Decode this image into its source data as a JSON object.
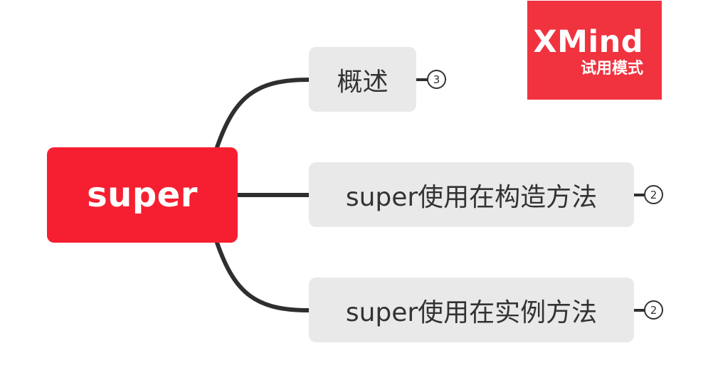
{
  "root": {
    "label": "super"
  },
  "topics": [
    {
      "label": "概述",
      "count": "3"
    },
    {
      "label": "super使用在构造方法",
      "count": "2"
    },
    {
      "label": "super使用在实例方法",
      "count": "2"
    }
  ],
  "watermark": {
    "brand": "XMind",
    "mode": "试用模式"
  },
  "colors": {
    "root": "#f61f31",
    "topic": "#e9e9e9",
    "connector": "#2f2f2f",
    "watermark": "#f0333f"
  }
}
